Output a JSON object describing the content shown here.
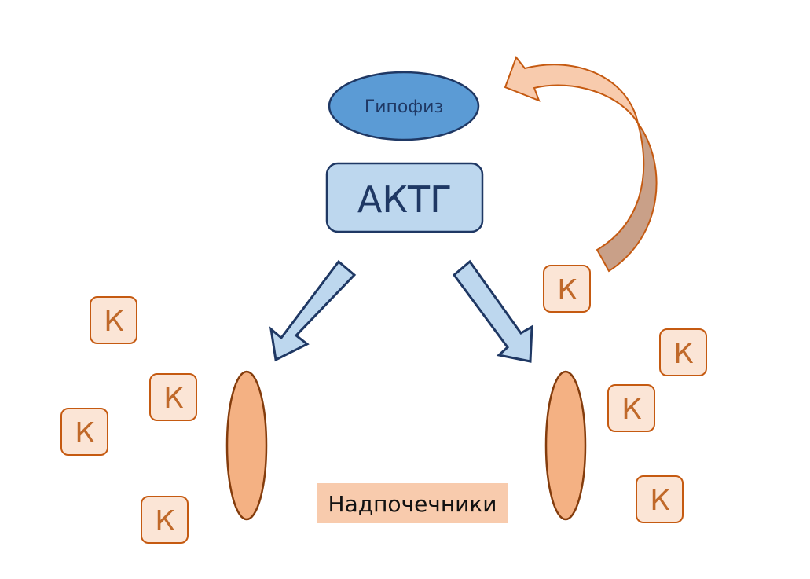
{
  "diagram": {
    "pituitary": {
      "label": "Гипофиз",
      "fill": "#5b9bd5",
      "stroke": "#1f3864"
    },
    "hormone": {
      "label": "АКТГ",
      "fill": "#bdd7ee",
      "stroke": "#1f3864"
    },
    "adrenals_label": {
      "label": "Надпочечники",
      "fill": "#f8cbad"
    },
    "adrenal_fill": "#f4b183",
    "adrenal_stroke": "#843c0c",
    "cortisol_marker": {
      "label": "К",
      "fill": "#fbe5d6",
      "stroke": "#c55a11"
    },
    "feedback_arrow": {
      "fill": "#f8cbad",
      "shade": "#c9a088",
      "stroke": "#c55a11"
    },
    "down_arrow_fill": "#bdd7ee"
  },
  "markers": [
    "К",
    "К",
    "К",
    "К",
    "К",
    "К",
    "К",
    "К",
    "К"
  ]
}
